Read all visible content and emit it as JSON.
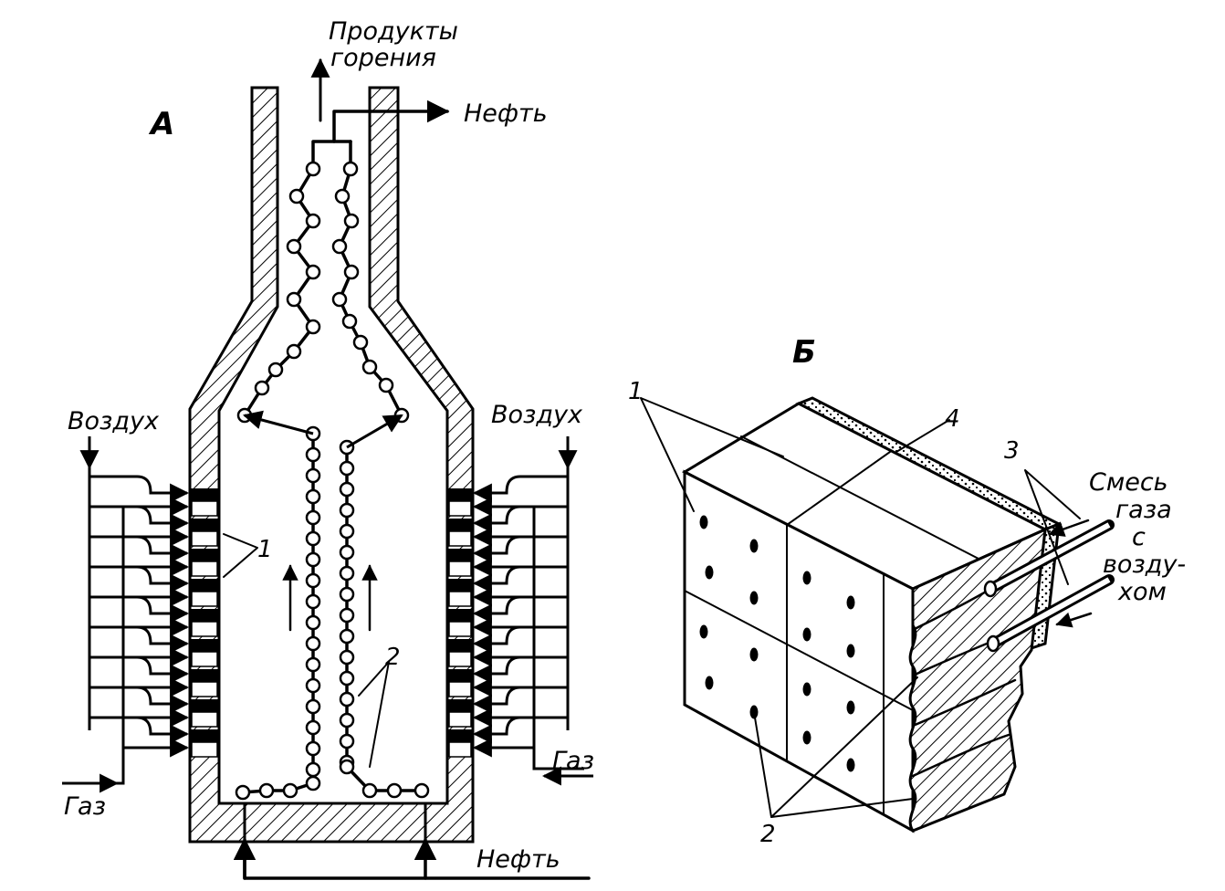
{
  "labels": {
    "panel_a": "А",
    "panel_b": "Б",
    "combustion_products_line1": "Продукты",
    "combustion_products_line2": "горения",
    "oil_out": "Нефть",
    "oil_in": "Нефть",
    "air_left": "Воздух",
    "air_right": "Воздух",
    "gas_left": "Газ",
    "gas_right": "Газ",
    "mixture_line1": "Смесь",
    "mixture_line2": "газа",
    "mixture_line3": "с",
    "mixture_line4": "возду-",
    "mixture_line5": "хом",
    "a_num_1": "1",
    "a_num_2": "2",
    "b_num_1": "1",
    "b_num_2": "2",
    "b_num_3": "3",
    "b_num_4": "4"
  }
}
